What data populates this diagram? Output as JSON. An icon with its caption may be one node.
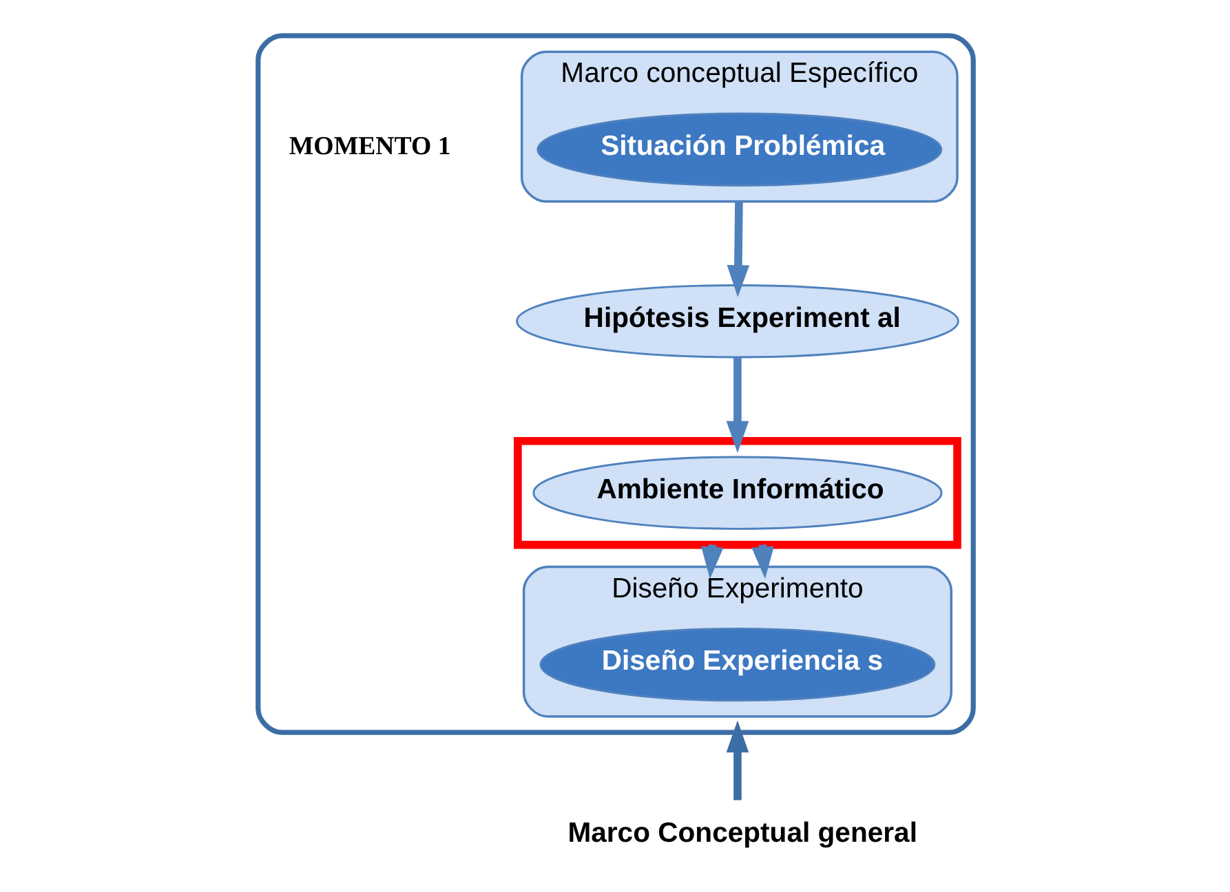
{
  "diagram": {
    "nodes": [
      {
        "text": [],
        "shape": "ellipse"
      },
      {
        "text": [
          "Marco conceptual Específico"
        ],
        "in": 0
      },
      {
        "text": [
          "Situación Problémica"
        ],
        "in": 1
      },
      {
        "text": [
          "Hipótesis Experiment al"
        ],
        "in": 0
      },
      {
        "text": [],
        "shape": "box",
        "in": 0
      },
      {
        "text": [
          "Ambiente Informático"
        ],
        "in": 4
      },
      {
        "text": [
          "Diseño Experimento"
        ],
        "in": 0
      },
      {
        "text": [
          "Diseño Experiencia s"
        ],
        "in": 6
      },
      {
        "text": [
          "Marco Conceptual general"
        ]
      }
    ],
    "edges": [
      {
        "from": 1,
        "to": 3,
        "arrow": "to"
      },
      {
        "from": 3,
        "to": 4,
        "arrow": "to"
      },
      {
        "from": 4,
        "to": 6,
        "arrow": "to"
      },
      {
        "from": 4,
        "to": 6,
        "arrow": "to"
      },
      {
        "from": 8,
        "to": 0,
        "arrow": "to",
        "color": "#3c6ea5"
      }
    ],
    "labels": [
      "MOMENTO 1"
    ]
  }
}
